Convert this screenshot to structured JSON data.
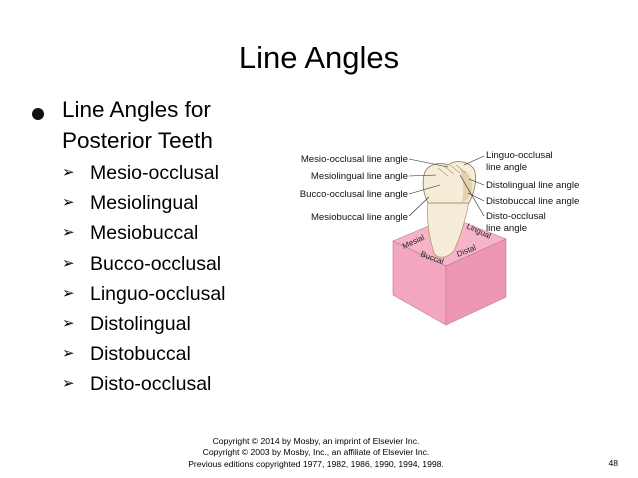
{
  "slide": {
    "title": "Line Angles",
    "main_bullet": "Line Angles for Posterior Teeth",
    "bullet_glyph": "➢",
    "sub_items": [
      "Mesio-occlusal",
      "Mesiolingual",
      "Mesiobuccal",
      "Bucco-occlusal",
      "Linguo-occlusal",
      "Distolingual",
      "Distobuccal",
      "Disto-occlusal"
    ],
    "copyright": [
      "Copyright © 2014 by Mosby, an imprint of Elsevier Inc.",
      "Copyright © 2003 by Mosby, Inc., an affiliate of Elsevier Inc.",
      "Previous editions copyrighted 1977, 1982, 1986, 1990, 1994, 1998."
    ],
    "page_number": "48"
  },
  "figure": {
    "left_labels": [
      "Mesio-occlusal line angle",
      "Mesiolingual line angle",
      "Bucco-occlusal line angle",
      "Mesiobuccal line angle"
    ],
    "right_labels": [
      "Linguo-occlusal",
      "line angle",
      "Distolingual line angle",
      "Distobuccal line angle",
      "Disto-occlusal",
      "line angle"
    ],
    "face_labels": {
      "mesial": "Mesial",
      "lingual": "Lingual",
      "buccal": "Buccal",
      "distal": "Distal"
    },
    "colors": {
      "block_top": "#f7b3c8",
      "block_left": "#f4a6bf",
      "block_right": "#ee97b3",
      "tooth": "#f5edd8",
      "tooth_shadow": "#ddc9a2"
    }
  }
}
